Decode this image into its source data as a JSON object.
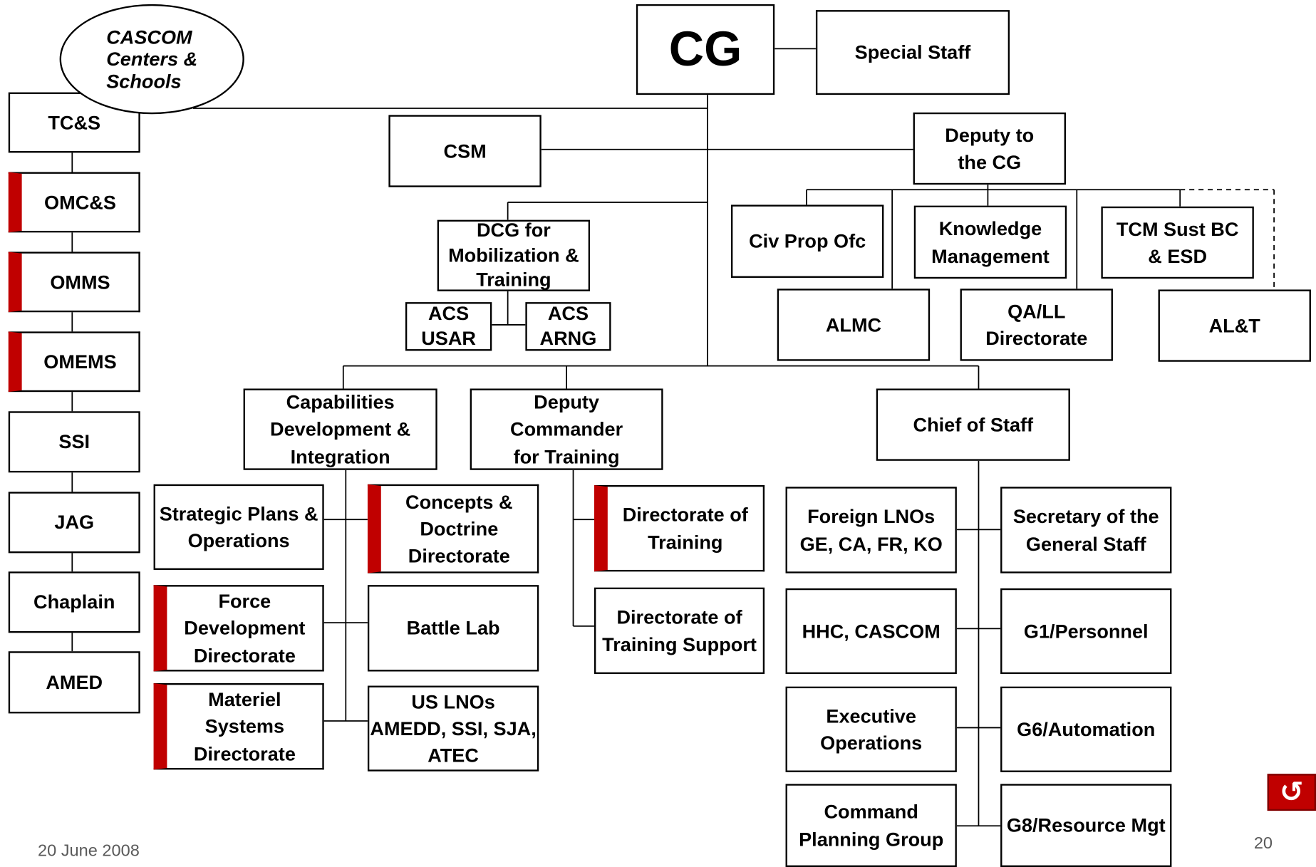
{
  "orgchart": {
    "boxes": {
      "cg": "CG",
      "special_staff": "Special Staff",
      "cascom": "CASCOM\nCenters &\nSchools",
      "tcs": "TC&S",
      "omcs": "OMC&S",
      "omms": "OMMS",
      "omems": "OMEMS",
      "ssi": "SSI",
      "jag": "JAG",
      "chaplain": "Chaplain",
      "amed": "AMED",
      "csm": "CSM",
      "deputy_cg": "Deputy to\nthe CG",
      "dcg_mob": "DCG for\nMobilization &\nTraining",
      "acs_usar": "ACS\nUSAR",
      "acs_arng": "ACS\nARNG",
      "civ_prop": "Civ Prop Ofc",
      "knowledge": "Knowledge\nManagement",
      "tcm_sust": "TCM Sust BC\n& ESD",
      "almc": "ALMC",
      "qall": "QA/LL\nDirectorate",
      "alt": "AL&T",
      "cdi": "Capabilities\nDevelopment &\nIntegration",
      "dct": "Deputy\nCommander\nfor Training",
      "cos": "Chief of Staff",
      "strat": "Strategic Plans &\nOperations",
      "concepts": "Concepts &\nDoctrine\nDirectorate",
      "force_dev": "Force\nDevelopment\nDirectorate",
      "battle_lab": "Battle Lab",
      "materiel": "Materiel\nSystems\nDirectorate",
      "us_lnos": "US LNOs\nAMEDD, SSI, SJA,\nATEC",
      "dot": "Directorate of\nTraining",
      "dots": "Directorate of\nTraining Support",
      "foreign_lnos": "Foreign LNOs\nGE, CA, FR, KO",
      "sgs": "Secretary of the\nGeneral Staff",
      "hhc": "HHC, CASCOM",
      "g1": "G1/Personnel",
      "exec_ops": "Executive\nOperations",
      "g6": "G6/Automation",
      "cpg": "Command\nPlanning Group",
      "g8": "G8/Resource Mgt"
    },
    "footer": {
      "date": "20 June 2008",
      "page": "20"
    }
  }
}
